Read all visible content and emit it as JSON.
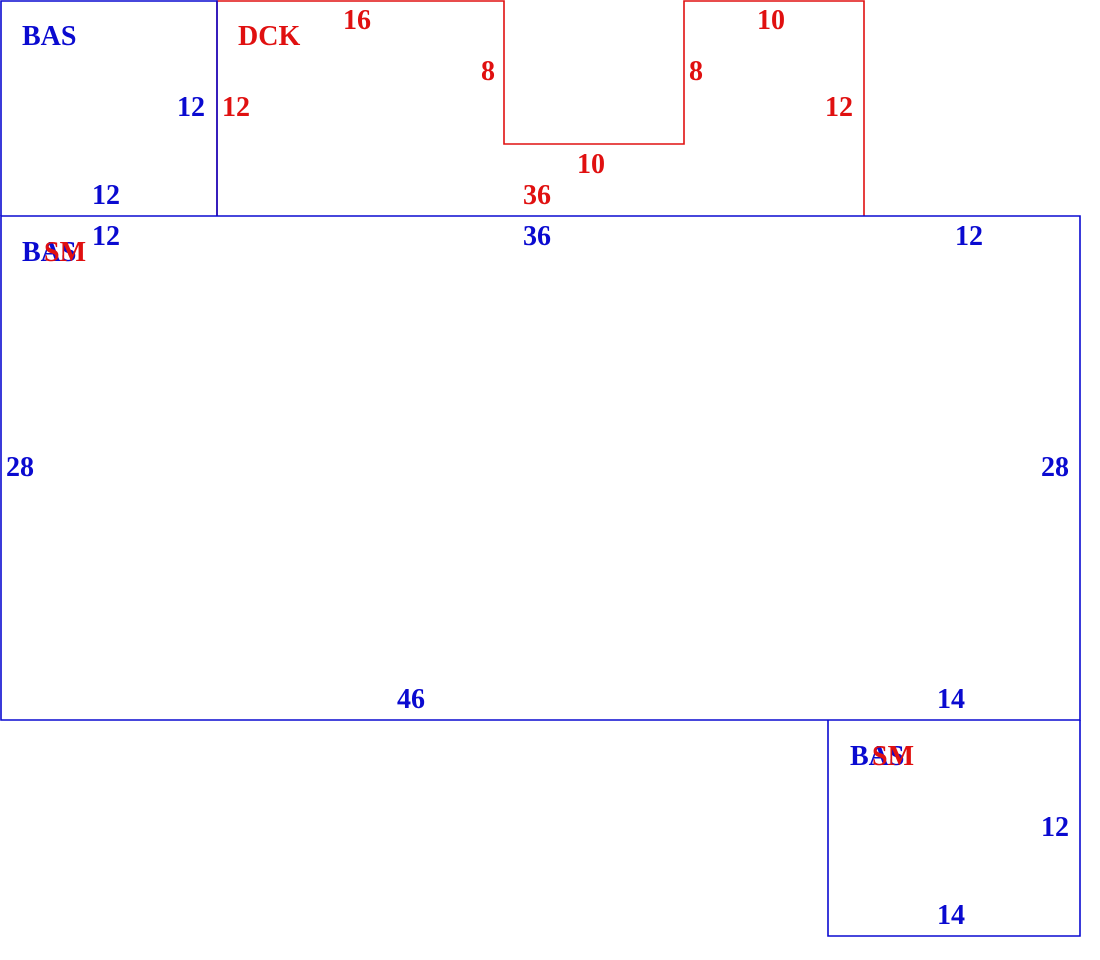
{
  "colors": {
    "bas": "#0a0ad0",
    "deck": "#e01010",
    "bg": "#ffffff"
  },
  "areas": {
    "bas_upper_left": {
      "label": "BAS",
      "dims": {
        "right": "12",
        "bottom": "12"
      }
    },
    "deck": {
      "label": "DCK",
      "dims": {
        "top_left": "16",
        "notch_left": "8",
        "notch_bottom": "10",
        "notch_right": "8",
        "top_right": "10",
        "left": "12",
        "right": "12",
        "bottom": "36"
      }
    },
    "bas_main": {
      "label": "BAS",
      "overlay_label": "1.0",
      "overlay_label_text": "SM",
      "dims": {
        "top_left": "12",
        "top_middle": "36",
        "top_right": "12",
        "left": "28",
        "right": "28",
        "bottom": "46",
        "bottom_right": "14"
      }
    },
    "bas_lower_right": {
      "label": "BAS",
      "overlay_label_text": "SM",
      "dims": {
        "right": "12",
        "bottom": "14"
      }
    }
  }
}
